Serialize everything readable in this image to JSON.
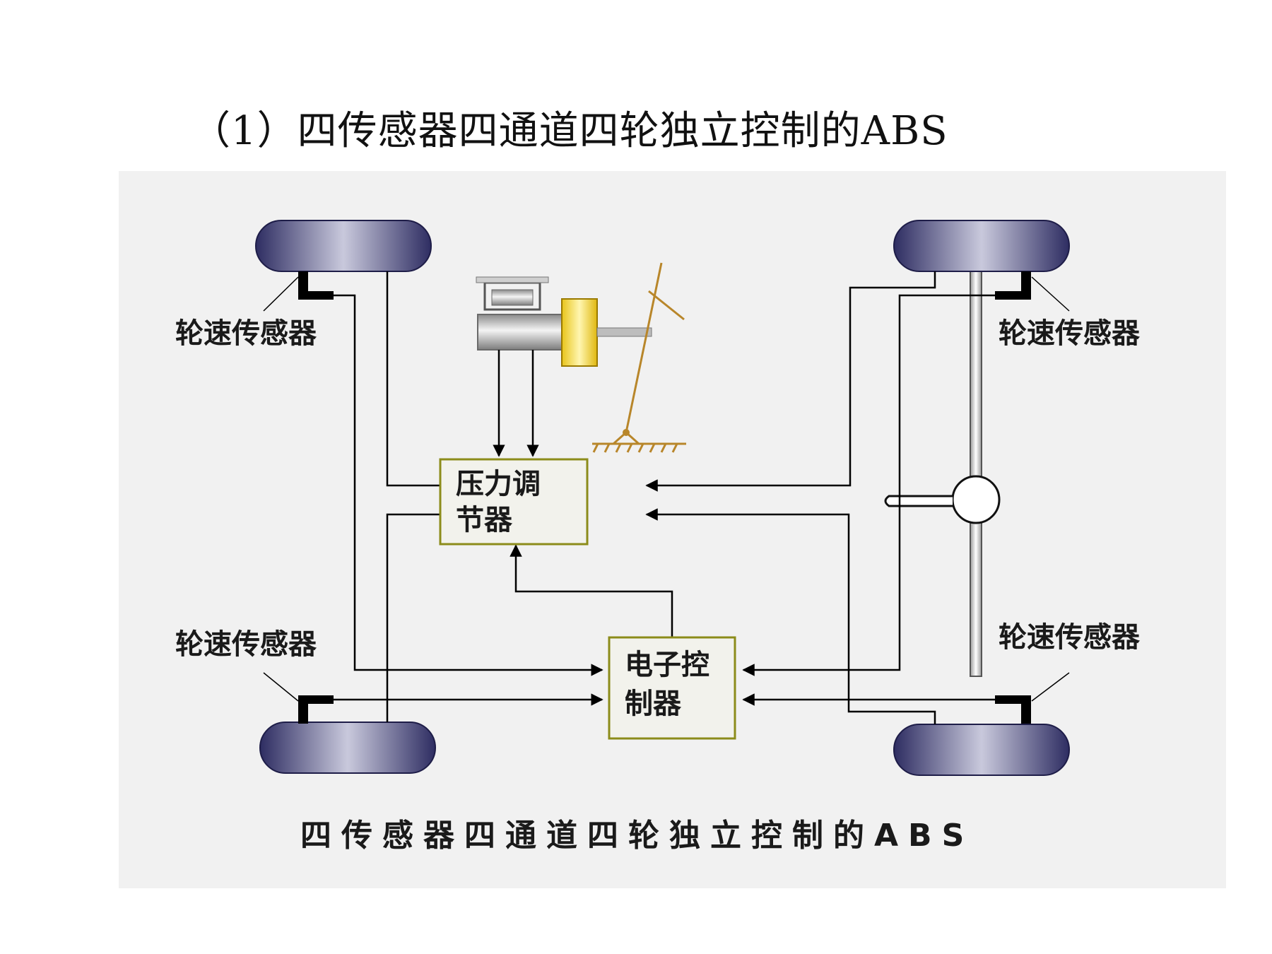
{
  "slide": {
    "title": "（1）四传感器四通道四轮独立控制的ABS"
  },
  "diagram": {
    "caption": "四传感器四通道四轮独立控制的ABS",
    "sensor_label": "轮速传感器",
    "pressure_modulator": {
      "line1": "压力调",
      "line2": "节器"
    },
    "ecu": {
      "line1": "电子控",
      "line2": "制器"
    }
  },
  "colors": {
    "wheel_edge": "#2e2d62",
    "wheel_highlight": "#c9c9dc",
    "box_border": "#8c8c1a",
    "box_fill": "#f2f2ec",
    "reservoir_yellow": "#f2d020",
    "pedal_brown": "#b8862a",
    "line": "#000000"
  }
}
